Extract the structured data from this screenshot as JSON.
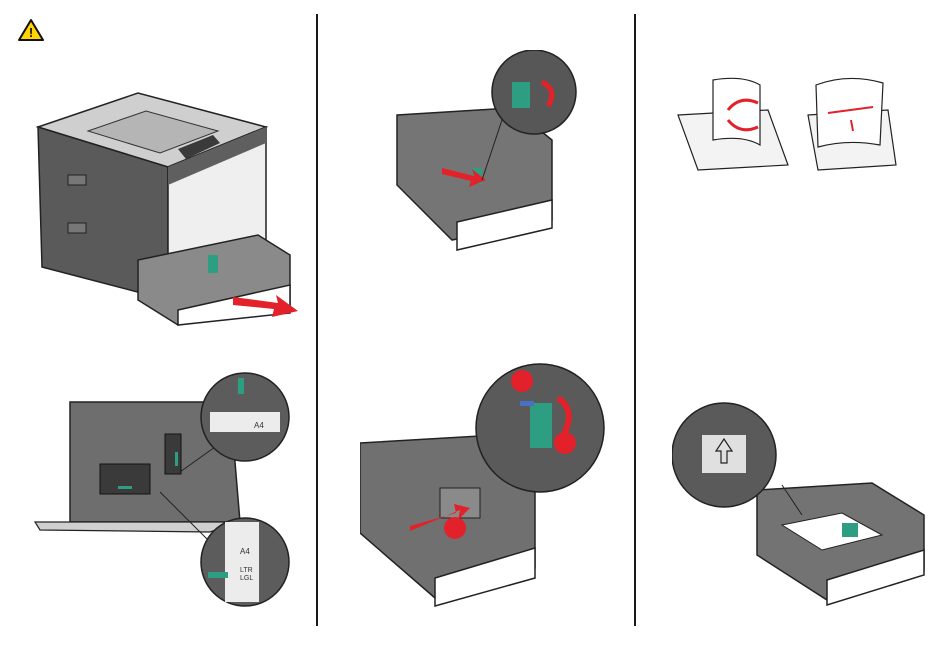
{
  "caution": {
    "symbol": "!"
  },
  "tray_labels": {
    "a4": "A4",
    "ltr": "LTR",
    "ltr_sub": "LGL"
  },
  "colors": {
    "guide_green": "#2e9e82",
    "arrow_red": "#e3212a",
    "caution_yellow": "#ffd400",
    "outline": "#222222",
    "tray_gray": "#6e6e6e",
    "printer_body": "#5a5a5a"
  },
  "icons": [
    "caution-icon",
    "printer-illustration",
    "tray-illustration",
    "guide-callout",
    "paper-flex-illustration",
    "load-paper-illustration"
  ]
}
